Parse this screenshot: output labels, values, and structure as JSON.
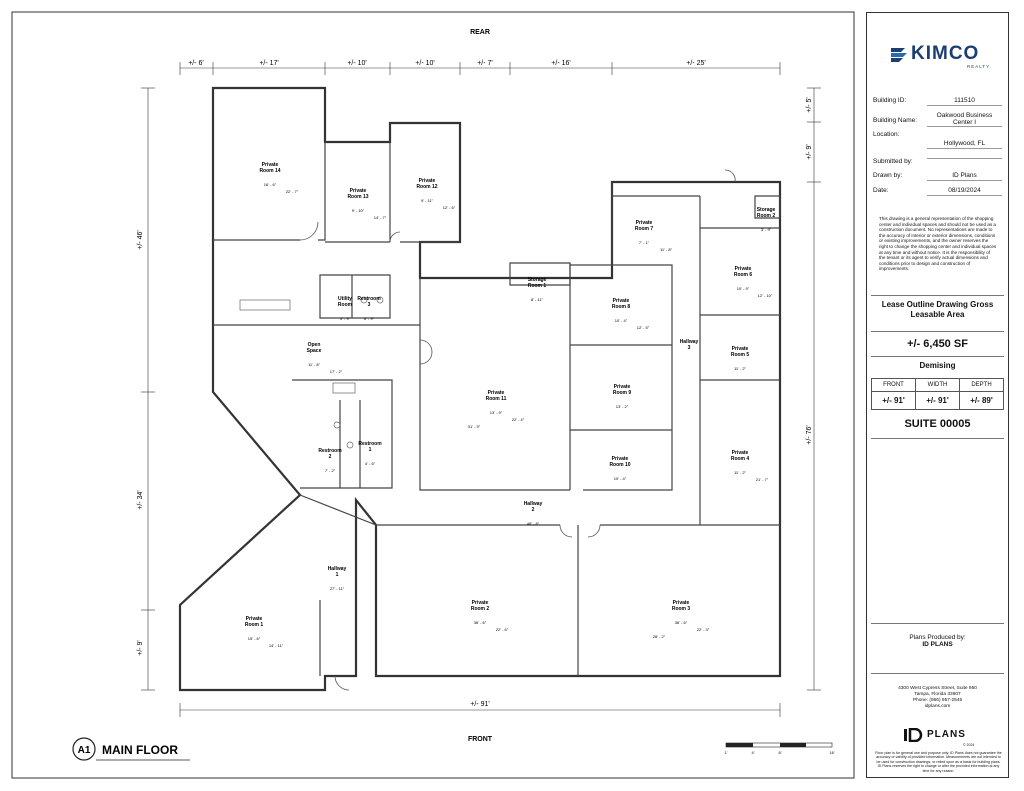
{
  "sheet": {
    "rear_label": "REAR",
    "front_label": "FRONT",
    "overall_width": "+/- 91'",
    "top_dims": [
      "+/- 6'",
      "+/- 17'",
      "+/- 10'",
      "+/- 10'",
      "+/- 7'",
      "+/- 16'",
      "+/- 25'"
    ],
    "left_dims": [
      "+/- 46'",
      "+/- 34'",
      "+/- 9'"
    ],
    "right_dims": [
      "+/- 5'",
      "+/- 9'",
      "+/- 76'"
    ],
    "sheet_number": "A1",
    "sheet_title": "MAIN FLOOR",
    "scale_ticks": [
      "1'",
      "4'",
      "8'",
      "16'"
    ]
  },
  "rooms": [
    {
      "label": "Private\nRoom 14",
      "dims": [
        "16' - 6\"",
        "22' - 7\""
      ]
    },
    {
      "label": "Private\nRoom 13",
      "dims": [
        "9' - 10\"",
        "14' - 7\""
      ]
    },
    {
      "label": "Private\nRoom 12",
      "dims": [
        "9' - 11\"",
        "12' - 6\""
      ]
    },
    {
      "label": "Private\nRoom 7",
      "dims": [
        "7' - 1\"",
        "11' - 8\""
      ]
    },
    {
      "label": "Storage\nRoom 2",
      "dims": [
        "3' - 9\""
      ]
    },
    {
      "label": "Private\nRoom 6",
      "dims": [
        "10' - 9\"",
        "12' - 10\""
      ]
    },
    {
      "label": "Storage\nRoom 1",
      "dims": [
        "8' - 11\""
      ]
    },
    {
      "label": "Utility\nRoom",
      "dims": [
        "3' - 9\""
      ]
    },
    {
      "label": "Restroom\n3",
      "dims": [
        "6' - 9\""
      ]
    },
    {
      "label": "Private\nRoom 8",
      "dims": [
        "10' - 4\"",
        "12' - 5\""
      ]
    },
    {
      "label": "Hallway\n3",
      "dims": []
    },
    {
      "label": "Private\nRoom 5",
      "dims": [
        "11' - 2\""
      ]
    },
    {
      "label": "Open\nSpace",
      "dims": [
        "11' - 8\"",
        "17' - 2\""
      ]
    },
    {
      "label": "Private\nRoom 11",
      "dims": [
        "13' - 9\"",
        "22' - 4\"",
        "31' - 9\""
      ]
    },
    {
      "label": "Private\nRoom 9",
      "dims": [
        "13' - 2\""
      ]
    },
    {
      "label": "Private\nRoom 4",
      "dims": [
        "11' - 2\"",
        "21' - 7\""
      ]
    },
    {
      "label": "Restroom\n2",
      "dims": [
        "7' - 2\""
      ]
    },
    {
      "label": "Restroom\n1",
      "dims": [
        "4' - 6\""
      ]
    },
    {
      "label": "Private\nRoom 10",
      "dims": [
        "10' - 4\""
      ]
    },
    {
      "label": "Hallway\n2",
      "dims": [
        "48' - 8\""
      ]
    },
    {
      "label": "Hallway\n1",
      "dims": [
        "27' - 11\""
      ]
    },
    {
      "label": "Private\nRoom 2",
      "dims": [
        "36' - 6\"",
        "22' - 6\""
      ]
    },
    {
      "label": "Private\nRoom 3",
      "dims": [
        "36' - 6\"",
        "22' - 3\"",
        "28' - 2\""
      ]
    },
    {
      "label": "Private\nRoom 1",
      "dims": [
        "15' - 6\"",
        "14' - 11\""
      ]
    }
  ],
  "titleblock": {
    "company": "KIMCO",
    "company_sub": "REALTY",
    "fields": [
      {
        "label": "Building ID:",
        "value": "111510"
      },
      {
        "label": "Building Name:",
        "value": "Oakwood Business Center I"
      },
      {
        "label": "Location:",
        "value": "Hollywood, FL"
      },
      {
        "label": "Submitted by:",
        "value": ""
      },
      {
        "label": "Drawn by:",
        "value": "ID Plans"
      },
      {
        "label": "Date:",
        "value": "08/19/2024"
      }
    ],
    "disclaimer": "This drawing is a general representation of the shopping center and individual spaces and should not be used as a construction document. No representations are made to the accuracy of interior or exterior dimensions, conditions or existing improvements, and the owner reserves the right to change the shopping center and individual spaces at any time and without notice. It is the responsibility of the tenant or its agent to verify actual dimensions and conditions prior to design and construction of improvements.",
    "area_title": "Lease Outline Drawing Gross Leasable Area",
    "area_value": "+/- 6,450 SF",
    "demising_title": "Demising",
    "demising_headers": [
      "FRONT",
      "WIDTH",
      "DEPTH"
    ],
    "demising_values": [
      "+/- 91'",
      "+/- 91'",
      "+/- 89'"
    ],
    "suite": "SUITE 00005",
    "produced_by_label": "Plans Produced by:",
    "produced_by_name": "ID PLANS",
    "address": [
      "4300 West Cypress Street, Suite 950",
      "Tampa, Florida 33607",
      "Phone: (866) 957-2545",
      "idplans.com"
    ],
    "idplans_logo": "PLANS",
    "copyright": "© 2024",
    "fine_print": "Floor plan is for general use and purpose only. ID Plans does not guarantee the accuracy or validity of provided information. Measurements are not intended to be used for construction drawings, or relied upon as a basis for building plans. ID Plans reserves the right to change or alter the provided information at any time for any reason."
  },
  "colors": {
    "ink": "#222222",
    "wall": "#333333",
    "brand": "#1b3f73"
  }
}
